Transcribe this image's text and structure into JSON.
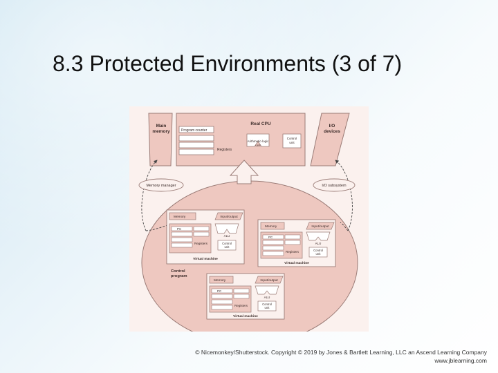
{
  "slide": {
    "title": "8.3 Protected Environments (3 of 7)"
  },
  "figure": {
    "main_memory": "Main memory",
    "real_cpu": "Real CPU",
    "program_counter": "Program counter",
    "alu": "Arithmetic-logic unit",
    "control_unit": "Control unit",
    "registers": "Registers",
    "io_devices": "I/O devices",
    "memory_manager": "Memory manager",
    "io_subsystem": "I/O subsystem",
    "control_program": "Control program",
    "vm": {
      "memory": "Memory",
      "input_output": "Input/output",
      "pc": "PC",
      "alu": "ALU",
      "registers": "Registers",
      "control_unit": "Control unit",
      "caption": "Virtual machine"
    }
  },
  "footer": {
    "copyright": "© Nicemonkey/Shutterstock. Copyright © 2019 by Jones & Bartlett Learning, LLC an Ascend Learning Company",
    "website": "www.jblearning.com"
  }
}
